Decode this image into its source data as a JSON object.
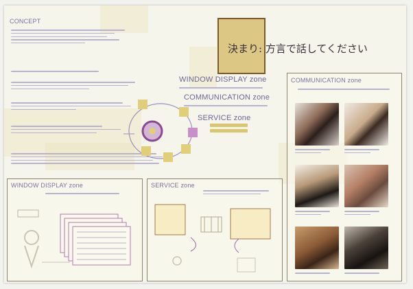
{
  "poster": {
    "concept_title": "CONCEPT",
    "motto": "決まり: 方言で話してください",
    "zones": {
      "window_display_label": "WINDOW DISPLAY zone",
      "communication_label": "COMMUNICATION zone",
      "service_label": "SERVICE zone",
      "window_panel_title": "WINDOW DISPLAY zone",
      "service_panel_title": "SERVICE zone",
      "communication_panel_title": "COMMUNICATION zone"
    }
  },
  "colors": {
    "heading": "#7a6fa2",
    "accent_box": "#dcc884",
    "pink_square": "#c98fc9",
    "tile": "#e0cf78"
  }
}
